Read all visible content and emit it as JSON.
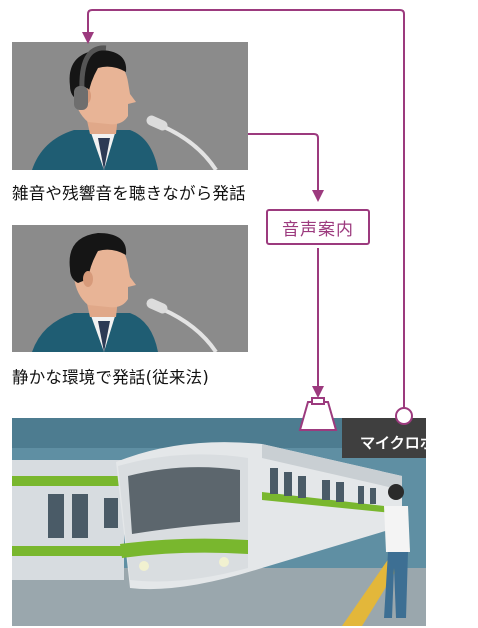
{
  "captions": {
    "noisy": "雑音や残響音を聴きながら発話",
    "quiet": "静かな環境で発話(従来法)"
  },
  "labels": {
    "announcement": "音声案内",
    "microphone": "マイクロホン"
  },
  "colors": {
    "flow_line": "#9c3a7e",
    "panel_gray": "#8a8a8a",
    "train_green": "#79b72e",
    "platform_yellow": "#e3b73a",
    "sky": "#5f8fa3"
  },
  "icons": {
    "headphones": "headphones-icon",
    "speaker": "speaker-icon",
    "microphone": "microphone-icon"
  }
}
